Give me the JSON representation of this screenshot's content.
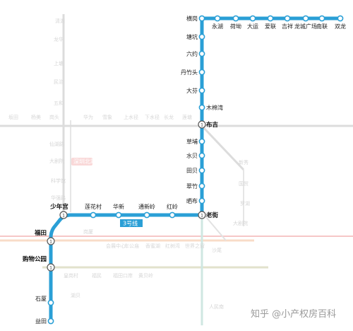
{
  "line": {
    "color": "#2a9fd6",
    "name": "3号线",
    "stations": [
      {
        "id": "shuangmei",
        "name": "双龙"
      },
      {
        "id": "nanlian",
        "name": "南联"
      },
      {
        "id": "longcheng",
        "name": "龙城广场"
      },
      {
        "id": "jixiang",
        "name": "吉祥"
      },
      {
        "id": "ailian",
        "name": "爱联"
      },
      {
        "id": "dayun",
        "name": "大运"
      },
      {
        "id": "hedi",
        "name": "荷坳"
      },
      {
        "id": "yonghu",
        "name": "永湖"
      },
      {
        "id": "henggang",
        "name": "横岗"
      },
      {
        "id": "tangkeng",
        "name": "塘坑"
      },
      {
        "id": "liuyue",
        "name": "六约"
      },
      {
        "id": "danzhutou",
        "name": "丹竹头"
      },
      {
        "id": "dafen",
        "name": "大芬"
      },
      {
        "id": "mumianwan",
        "name": "木棉湾"
      },
      {
        "id": "buji",
        "name": "布吉"
      },
      {
        "id": "caopu",
        "name": "草埔"
      },
      {
        "id": "shuibei",
        "name": "水贝"
      },
      {
        "id": "tianbei",
        "name": "田贝"
      },
      {
        "id": "cuizhu",
        "name": "翠竹"
      },
      {
        "id": "shaibu",
        "name": "晒布"
      },
      {
        "id": "laojie",
        "name": "老街"
      },
      {
        "id": "hongling",
        "name": "红岭"
      },
      {
        "id": "tongxinling",
        "name": "通新岭"
      },
      {
        "id": "huaxin",
        "name": "华新"
      },
      {
        "id": "lianhuacun",
        "name": "莲花村"
      },
      {
        "id": "shaoniangong",
        "name": "少年宫"
      },
      {
        "id": "futian",
        "name": "福田"
      },
      {
        "id": "gouwugongyuan",
        "name": "购物公园"
      },
      {
        "id": "shixia",
        "name": "石厦"
      },
      {
        "id": "yitian",
        "name": "益田"
      }
    ],
    "interchange_badge": "1"
  },
  "background": {
    "faint_line_colors": {
      "gray": "#dcdcdc",
      "pink": "#f6c7c7",
      "peach": "#f8dcc8",
      "teal": "#cfe7e2",
      "olive": "#e2e2cc"
    },
    "faint_labels": [
      "清湖",
      "龙华",
      "上塘",
      "民治",
      "五和",
      "坂田",
      "杨美",
      "岗头",
      "华为",
      "雪象",
      "上水径",
      "下水径",
      "长龙",
      "莲塘",
      "仙湖路",
      "大剧院",
      "科学馆",
      "华强路",
      "岗厦",
      "会展中心",
      "车公庙",
      "香蜜湖",
      "红树湾",
      "世界之窗",
      "沙尾",
      "皇岗村",
      "福民",
      "福田口岸",
      "黄贝岭",
      "新秀",
      "国贸",
      "罗湖",
      "大剧院",
      "湖贝",
      "人民南"
    ],
    "faint_pink_label": "深圳北站"
  },
  "watermark": {
    "text": "知乎 @小产权房百科"
  }
}
